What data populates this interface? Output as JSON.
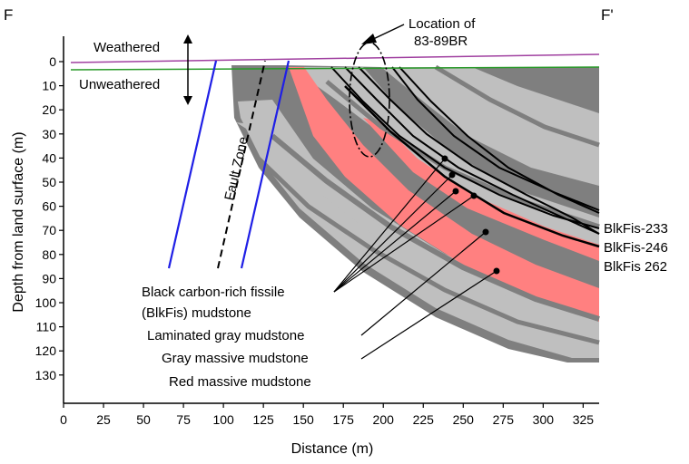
{
  "section": {
    "left_label": "F",
    "right_label": "F'"
  },
  "axes": {
    "x_label": "Distance (m)",
    "y_label": "Depth from land surface (m)",
    "x_ticks": [
      "0",
      "25",
      "50",
      "75",
      "100",
      "125",
      "150",
      "175",
      "200",
      "225",
      "250",
      "275",
      "300",
      "325"
    ],
    "y_ticks": [
      "0",
      "10",
      "20",
      "30",
      "40",
      "50",
      "60",
      "70",
      "80",
      "90",
      "100",
      "110",
      "120",
      "130"
    ],
    "x_range": [
      0,
      335
    ],
    "y_range": [
      -5,
      135
    ]
  },
  "annotations": {
    "weathered": "Weathered",
    "unweathered": "Unweathered",
    "fault_zone": "Fault Zone",
    "location_line1": "Location of",
    "location_line2": "83-89BR"
  },
  "legend": {
    "blkfis_line1": "Black carbon-rich fissile",
    "blkfis_line2": "(BlkFis) mudstone",
    "laminated": "Laminated gray mudstone",
    "gray_massive": "Gray massive mudstone",
    "red_massive": "Red massive mudstone"
  },
  "bed_labels": [
    "BlkFis-233",
    "BlkFis-246",
    "BlkFis 262"
  ],
  "colors": {
    "dark_gray": "#7f7f7f",
    "light_gray": "#bfbfbf",
    "red": "#ff8080",
    "fault_blue": "#1f1fe6",
    "surface_purple": "#a040a0",
    "weathering_green": "#2a9a2a"
  }
}
